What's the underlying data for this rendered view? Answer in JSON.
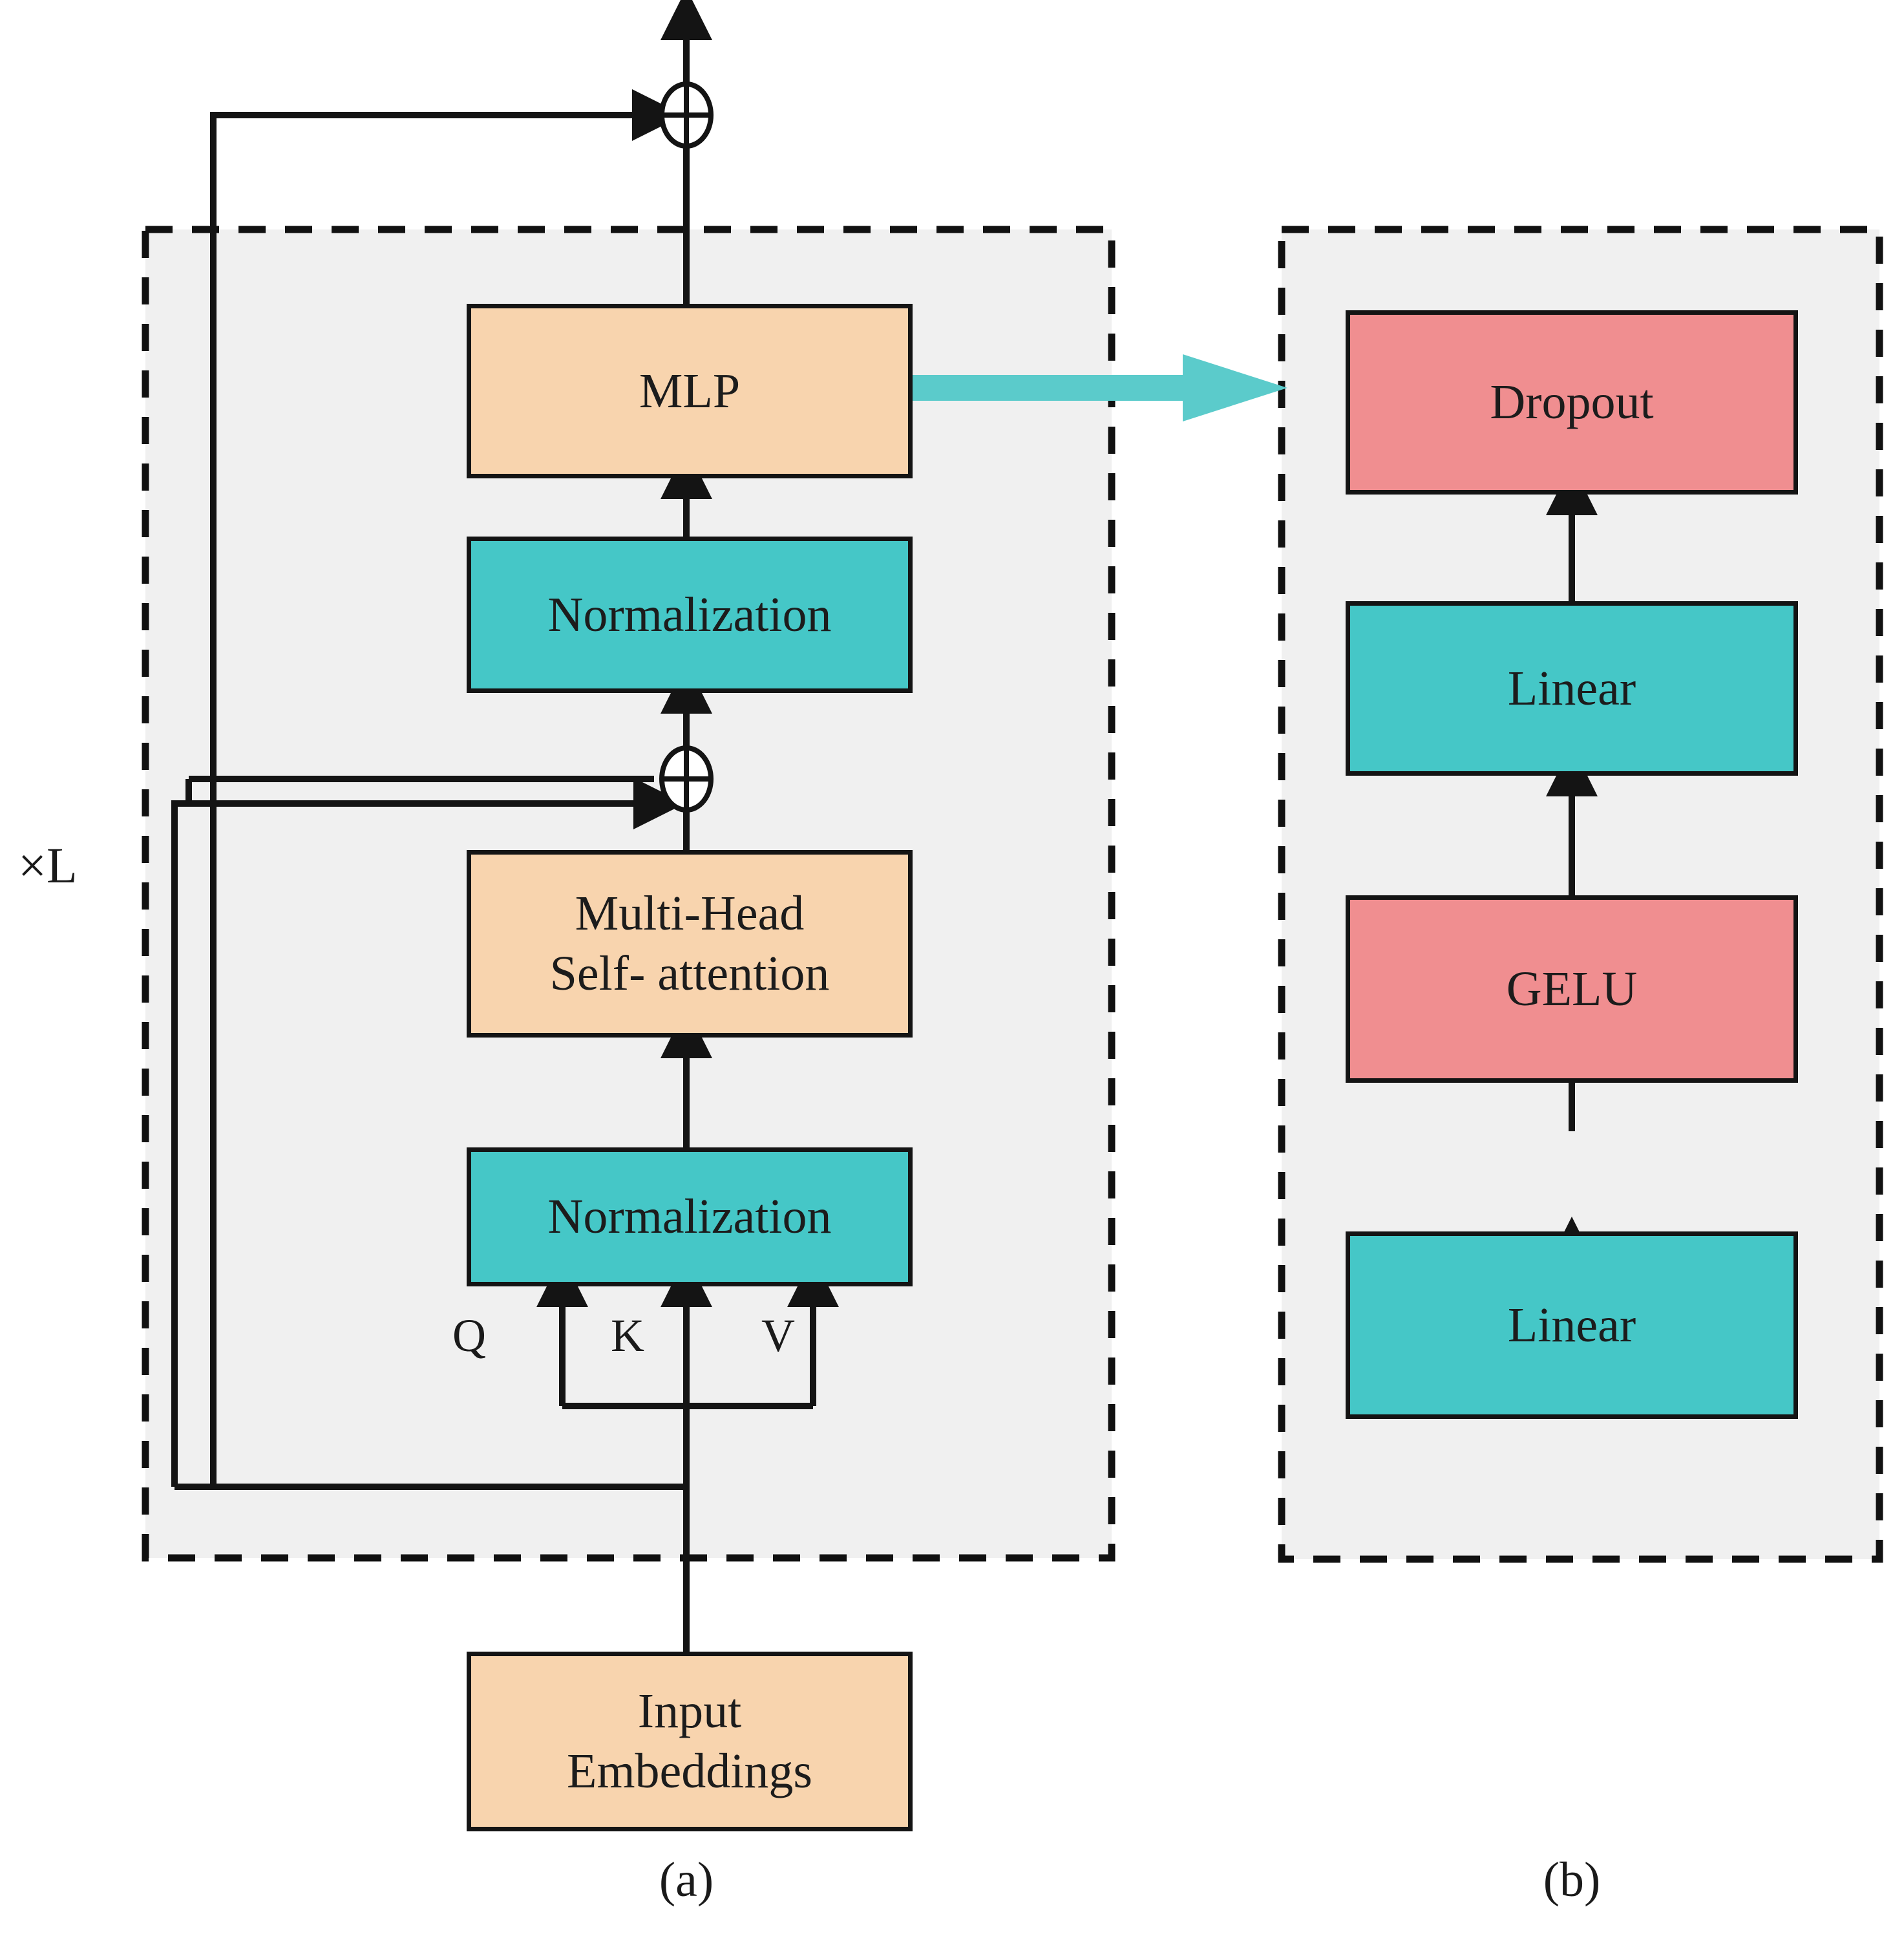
{
  "figure": {
    "title": "Transformer encoder block and MLP detail",
    "background": "#ffffff",
    "panel_fill": "#f0f0f0",
    "dash_color": "#111111",
    "line_color": "#141414",
    "colors": {
      "peach": "#F8D4AE",
      "teal": "#45C7C7",
      "salmon": "#F08E90",
      "arrow_teal": "#5BCBCB"
    }
  },
  "panel_a": {
    "caption": "(a)",
    "repeat_label": "×L",
    "nodes": {
      "mlp": "MLP",
      "norm_top": "Normalization",
      "attention_line1": "Multi-Head",
      "attention_line2": "Self- attention",
      "norm_bottom": "Normalization",
      "input_line1": "Input",
      "input_line2": "Embeddings"
    },
    "qkv": {
      "q": "Q",
      "k": "K",
      "v": "V"
    },
    "operators": {
      "add_top": "⊕",
      "add_mid": "⊕"
    }
  },
  "panel_b": {
    "caption": "(b)",
    "nodes": {
      "dropout": "Dropout",
      "linear_top": "Linear",
      "gelu": "GELU",
      "linear_bottom": "Linear"
    }
  }
}
